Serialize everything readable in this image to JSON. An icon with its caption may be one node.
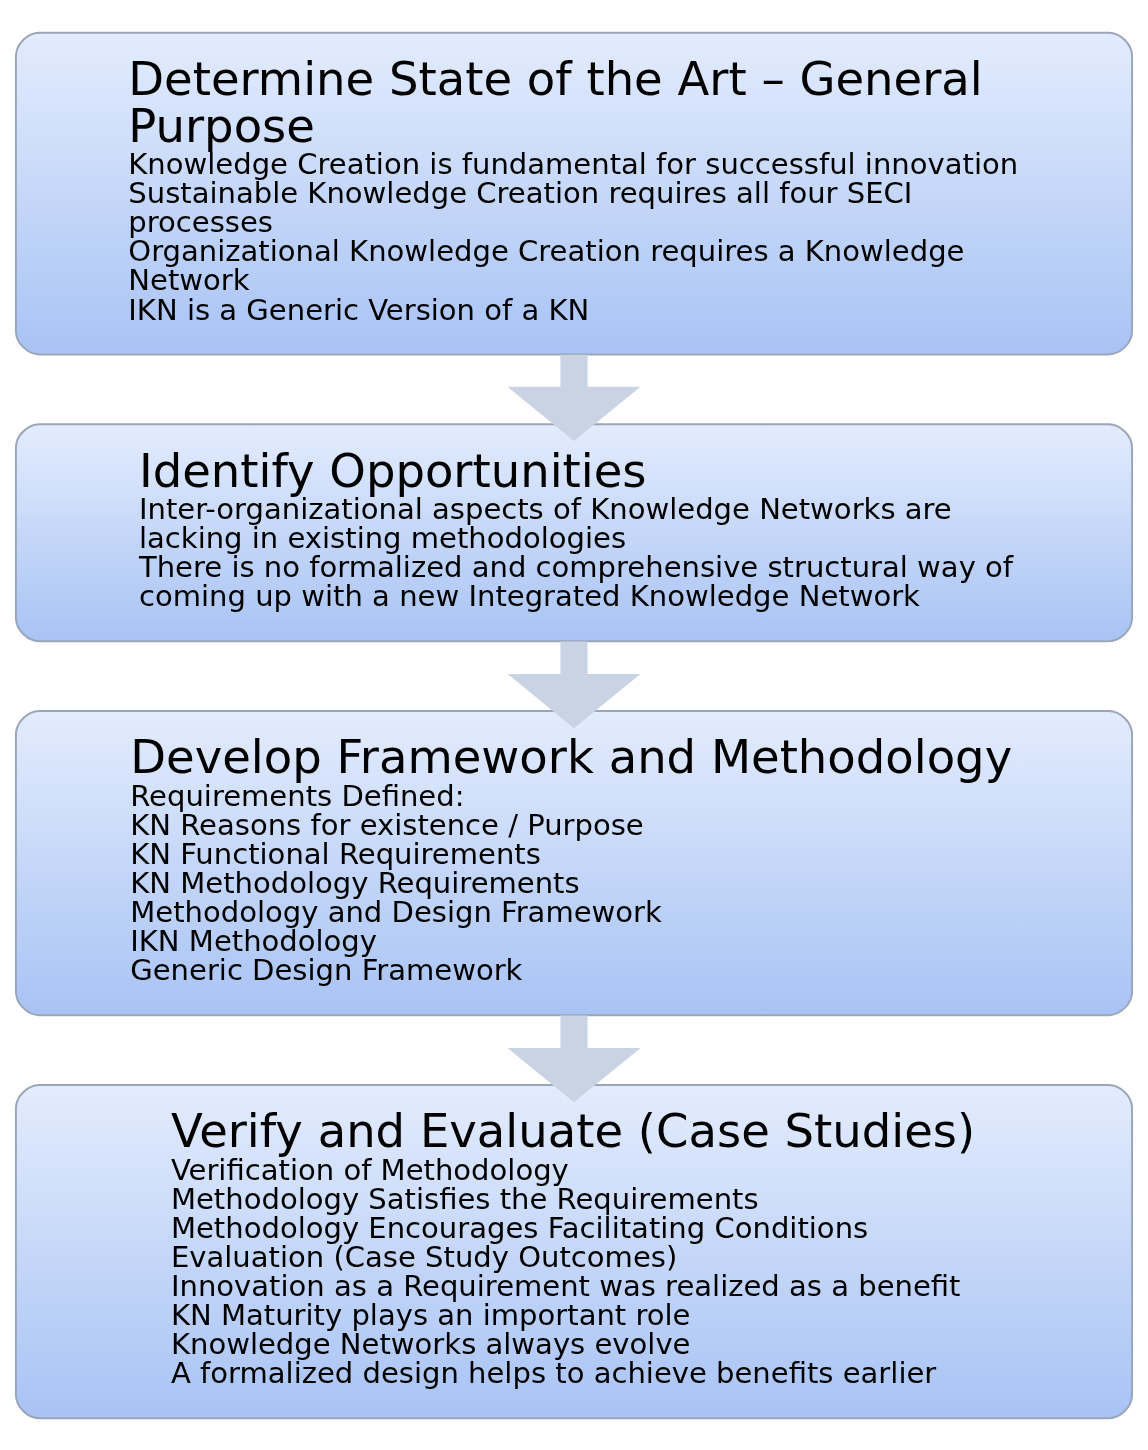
{
  "diagram": {
    "nodes": [
      {
        "text": [
          "Determine State of the Art – General Purpose",
          "Knowledge Creation is fundamental for successful innovation",
          "Sustainable Knowledge Creation requires all four SECI processes",
          "Organizational Knowledge Creation requires a Knowledge Network",
          "IKN is a Generic Version of a KN"
        ]
      },
      {
        "text": [
          "Identify Opportunities",
          "Inter-organizational aspects of Knowledge Networks are lacking in existing methodologies",
          "There is no formalized and comprehensive structural way of coming up with a new Integrated Knowledge Network"
        ]
      },
      {
        "text": [
          "Develop Framework and Methodology",
          "Requirements Defined:",
          "KN Reasons for existence / Purpose",
          "KN Functional Requirements",
          "KN Methodology Requirements",
          "Methodology and Design Framework",
          "IKN Methodology",
          "Generic Design Framework"
        ]
      },
      {
        "text": [
          "Verify and Evaluate (Case Studies)",
          "Verification of Methodology",
          "Methodology Satisfies the Requirements",
          "Methodology Encourages Facilitating Conditions",
          "Evaluation (Case Study Outcomes)",
          "Innovation as a Requirement was realized as a benefit",
          "KN Maturity plays an important role",
          "Knowledge Networks always evolve",
          "A formalized design helps to achieve benefits earlier"
        ]
      }
    ],
    "edges": [
      {
        "from": 0,
        "to": 1,
        "arrow": "to"
      },
      {
        "from": 1,
        "to": 2,
        "arrow": "to"
      },
      {
        "from": 2,
        "to": 3,
        "arrow": "to"
      }
    ]
  }
}
